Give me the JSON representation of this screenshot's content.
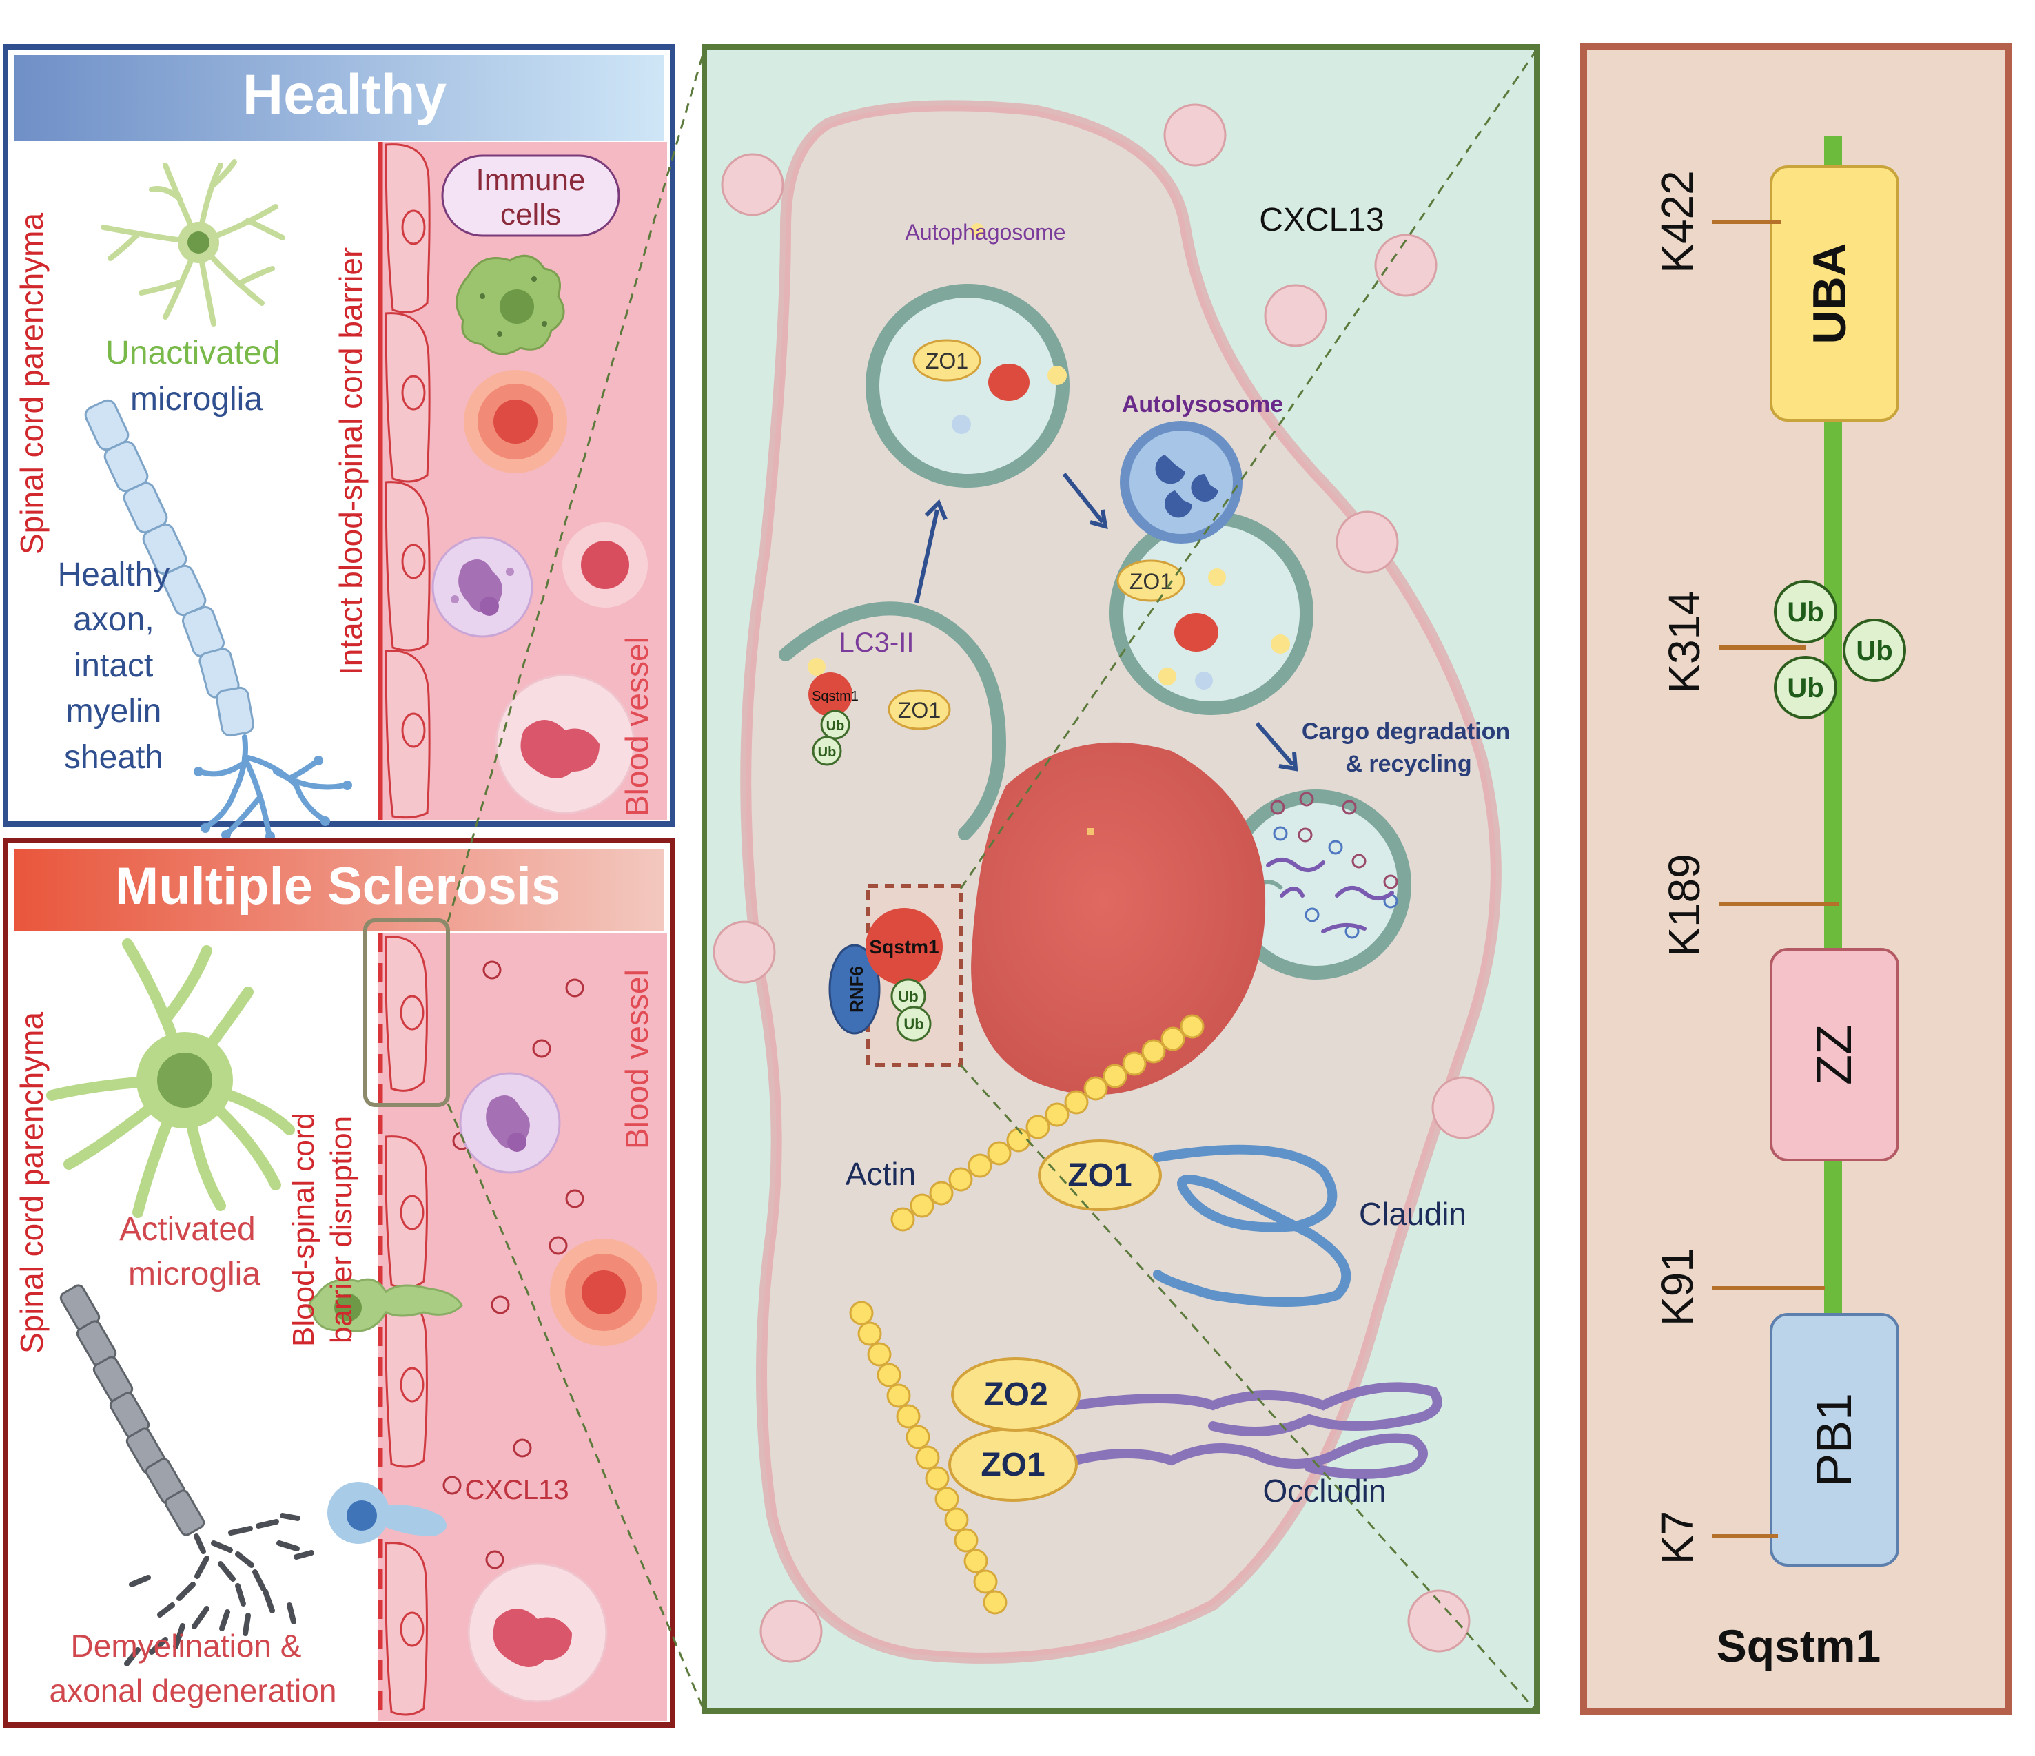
{
  "healthy_panel": {
    "title": "Healthy",
    "parenchyma_label": "Spinal cord parenchyma",
    "barrier_label": "Intact blood-spinal cord barrier",
    "vessel_label": "Blood vessel",
    "immune_cells_label": [
      "Immune",
      "cells"
    ],
    "microglia_label": [
      "Unactivated",
      "microglia"
    ],
    "axon_label": [
      "Healthy",
      "axon,",
      "intact",
      "myelin",
      "sheath"
    ]
  },
  "ms_panel": {
    "title": "Multiple Sclerosis",
    "parenchyma_label": "Spinal cord parenchyma",
    "barrier_label": [
      "Blood-spinal cord",
      "barrier disruption"
    ],
    "vessel_label": "Blood vessel",
    "microglia_label": [
      "Activated",
      "microglia"
    ],
    "cxcl13_label": "CXCL13",
    "degeneration_label": [
      "Demyelination &",
      "axonal degeneration"
    ]
  },
  "cell_panel": {
    "cxcl13_label": "CXCL13",
    "autophagosome_label": "Autophagosome",
    "autolysosome_label": "Autolysosome",
    "cargo_label": [
      "Cargo degradation",
      "& recycling"
    ],
    "lc3_label": "LC3-II",
    "sqstm1_small_label": "Sqstm1",
    "ub_label": "Ub",
    "zo1_label": "ZO1",
    "zo2_label": "ZO2",
    "rnf6_label": "RNF6",
    "sqstm1_label": "Sqstm1",
    "actin_label": "Actin",
    "claudin_label": "Claudin",
    "occludin_label": "Occludin"
  },
  "protein_panel": {
    "title": "Sqstm1",
    "domains": {
      "uba": "UBA",
      "zz": "ZZ",
      "pb1": "PB1"
    },
    "sites": {
      "k422": "K422",
      "k314": "K314",
      "k189": "K189",
      "k91": "K91",
      "k7": "K7"
    },
    "ub_label": "Ub"
  },
  "colors": {
    "healthy_border": "#2f4f8f",
    "ms_border": "#8b1c1c",
    "cell_border": "#587a3a",
    "protein_border": "#b4604a",
    "chain_green": "#6cbb3c"
  }
}
